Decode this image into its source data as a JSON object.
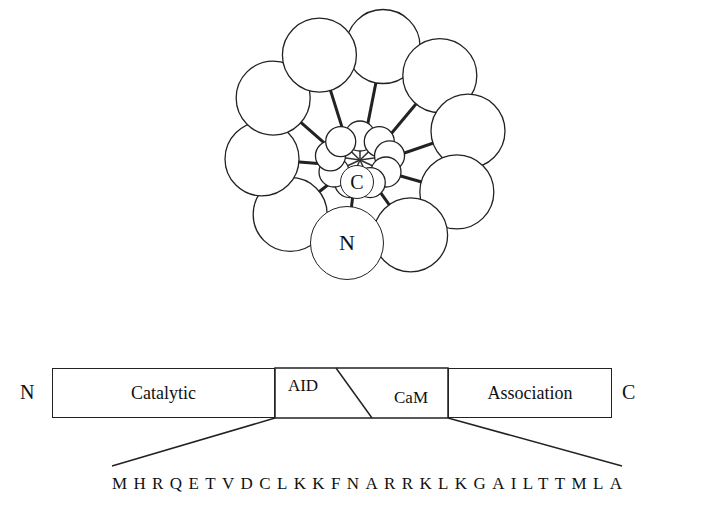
{
  "diagram": {
    "nodes": [
      {
        "text": [
          "N"
        ]
      },
      {
        "text": [
          "C"
        ]
      },
      {
        "text": [
          "Catalytic"
        ]
      },
      {
        "text": [
          "AID"
        ]
      },
      {
        "text": [
          "CaM"
        ]
      },
      {
        "text": [
          "Association"
        ]
      }
    ],
    "labels": [
      "N",
      "C",
      "MHRQETVDCLKKFNARRKLKGAILTTMLA"
    ]
  }
}
